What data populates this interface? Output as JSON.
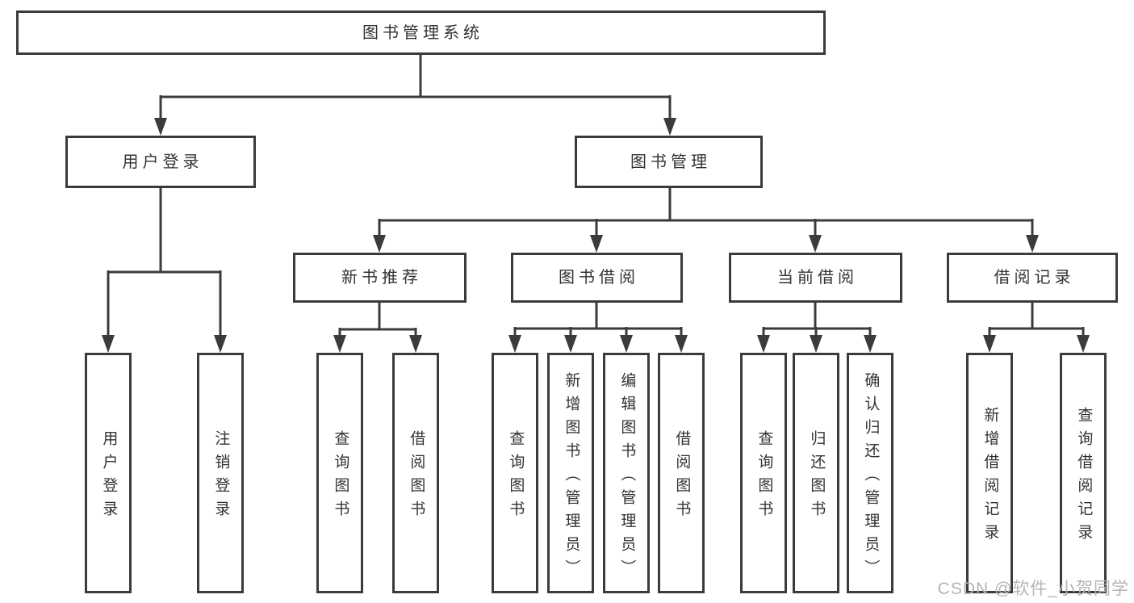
{
  "diagram": {
    "title": "图书管理系统",
    "branches": [
      {
        "label": "用户登录",
        "children": [
          {
            "label": "用户登录"
          },
          {
            "label": "注销登录"
          }
        ]
      },
      {
        "label": "图书管理",
        "children": [
          {
            "label": "新书推荐",
            "children": [
              {
                "label": "查询图书"
              },
              {
                "label": "借阅图书"
              }
            ]
          },
          {
            "label": "图书借阅",
            "children": [
              {
                "label": "查询图书"
              },
              {
                "label": "新增图书（管理员）"
              },
              {
                "label": "编辑图书（管理员）"
              },
              {
                "label": "借阅图书"
              }
            ]
          },
          {
            "label": "当前借阅",
            "children": [
              {
                "label": "查询图书"
              },
              {
                "label": "归还图书"
              },
              {
                "label": "确认归还（管理员）"
              }
            ]
          },
          {
            "label": "借阅记录",
            "children": [
              {
                "label": "新增借阅记录"
              },
              {
                "label": "查询借阅记录"
              }
            ]
          }
        ]
      }
    ]
  },
  "watermark": "CSDN @软件_小贺同学",
  "colors": {
    "line": "#3b3b3b",
    "text": "#333333",
    "watermark": "#b5b5b5",
    "background": "#ffffff"
  }
}
